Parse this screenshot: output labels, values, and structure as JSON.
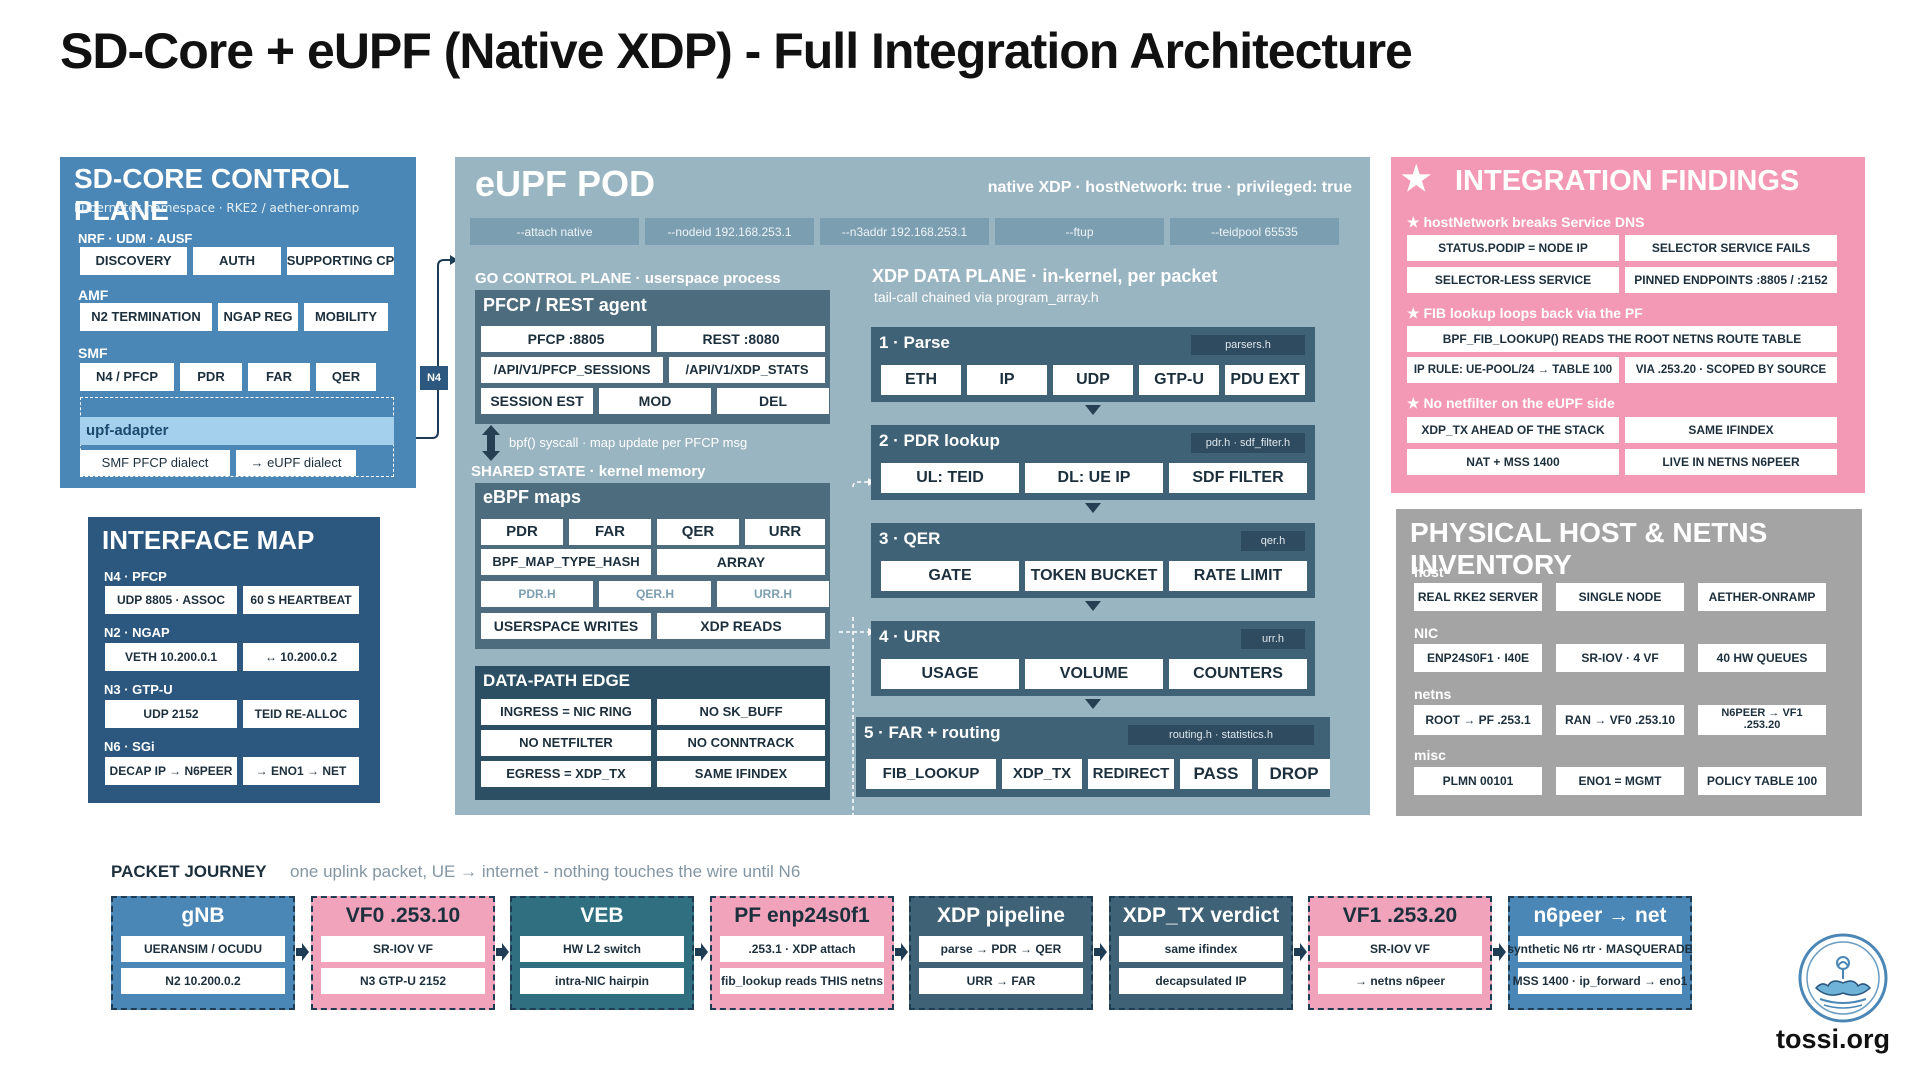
{
  "title": "SD-Core + eUPF (Native XDP)  -  Full Integration Architecture",
  "control_plane": {
    "title": "SD-CORE CONTROL PLANE",
    "subtitle": "Kubernetes namespace  ·  RKE2 / aether-onramp",
    "nrf_label": "NRF · UDM · AUSF",
    "nrf_items": [
      "DISCOVERY",
      "AUTH",
      "SUPPORTING CP"
    ],
    "amf_label": "AMF",
    "amf_items": [
      "N2 TERMINATION",
      "NGAP REG",
      "MOBILITY"
    ],
    "smf_label": "SMF",
    "smf_items": [
      "N4 / PFCP",
      "PDR",
      "FAR",
      "QER"
    ],
    "adapter_label": "upf-adapter",
    "adapter_items": [
      "SMF PFCP dialect",
      "→ eUPF dialect"
    ],
    "n4_tag": "N4"
  },
  "interface_map": {
    "title": "INTERFACE MAP",
    "groups": [
      {
        "label": "N4 · PFCP",
        "items": [
          "UDP 8805 · ASSOC",
          "60 S HEARTBEAT"
        ]
      },
      {
        "label": "N2 · NGAP",
        "items": [
          "VETH 10.200.0.1",
          "↔ 10.200.0.2"
        ]
      },
      {
        "label": "N3 · GTP-U",
        "items": [
          "UDP 2152",
          "TEID RE-ALLOC"
        ]
      },
      {
        "label": "N6 · SGi",
        "items": [
          "DECAP IP → N6PEER",
          "→ ENO1 → NET"
        ]
      }
    ]
  },
  "eupf": {
    "title": "eUPF POD",
    "flags": "native XDP  ·  hostNetwork: true  ·  privileged: true",
    "args": [
      "--attach native",
      "--nodeid 192.168.253.1",
      "--n3addr 192.168.253.1",
      "--ftup",
      "--teidpool 65535"
    ],
    "go_header": "GO CONTROL PLANE  ·  userspace process",
    "pfcp_title": "PFCP / REST agent",
    "pfcp_row1": [
      "PFCP :8805",
      "REST :8080"
    ],
    "pfcp_row2": [
      "/API/V1/PFCP_SESSIONS",
      "/API/V1/XDP_STATS"
    ],
    "pfcp_row3": [
      "SESSION EST",
      "MOD",
      "DEL"
    ],
    "bpf_note": "bpf() syscall  ·  map update per PFCP msg",
    "shared_header": "SHARED STATE  ·  kernel memory",
    "maps_title": "eBPF maps",
    "maps_row1": [
      "PDR",
      "FAR",
      "QER",
      "URR"
    ],
    "maps_row2": [
      "BPF_MAP_TYPE_HASH",
      "ARRAY"
    ],
    "maps_row3": [
      "PDR.H",
      "QER.H",
      "URR.H"
    ],
    "maps_row4": [
      "USERSPACE WRITES",
      "XDP READS"
    ],
    "edge_title": "DATA-PATH EDGE",
    "edge_items": [
      "INGRESS = NIC RING",
      "NO SK_BUFF",
      "NO NETFILTER",
      "NO CONNTRACK",
      "EGRESS = XDP_TX",
      "SAME IFINDEX"
    ],
    "xdp_header": "XDP DATA PLANE  ·  in-kernel, per packet",
    "xdp_sub": "tail-call chained via program_array.h",
    "stages": [
      {
        "title": "1 · Parse",
        "tag": "parsers.h",
        "items": [
          "ETH",
          "IP",
          "UDP",
          "GTP-U",
          "PDU EXT"
        ]
      },
      {
        "title": "2 · PDR lookup",
        "tag": "pdr.h · sdf_filter.h",
        "items": [
          "UL: TEID",
          "DL: UE IP",
          "SDF FILTER"
        ]
      },
      {
        "title": "3 · QER",
        "tag": "qer.h",
        "items": [
          "GATE",
          "TOKEN BUCKET",
          "RATE LIMIT"
        ]
      },
      {
        "title": "4 · URR",
        "tag": "urr.h",
        "items": [
          "USAGE",
          "VOLUME",
          "COUNTERS"
        ]
      },
      {
        "title": "5 · FAR + routing",
        "tag": "routing.h · statistics.h",
        "items": [
          "FIB_LOOKUP",
          "XDP_TX",
          "REDIRECT",
          "PASS",
          "DROP"
        ]
      }
    ]
  },
  "findings": {
    "title": "INTEGRATION FINDINGS",
    "star": "★",
    "groups": [
      {
        "label": "★  hostNetwork breaks Service DNS",
        "rows": [
          [
            "STATUS.PODIP = NODE IP",
            "SELECTOR SERVICE FAILS"
          ],
          [
            "SELECTOR-LESS SERVICE",
            "PINNED ENDPOINTS :8805 / :2152"
          ]
        ]
      },
      {
        "label": "★  FIB lookup loops back via the PF",
        "rows": [
          [
            "BPF_FIB_LOOKUP() READS THE ROOT NETNS ROUTE TABLE"
          ],
          [
            "IP RULE: UE-POOL/24 → TABLE 100",
            "VIA .253.20 · SCOPED BY SOURCE"
          ]
        ]
      },
      {
        "label": "★  No netfilter on the eUPF side",
        "rows": [
          [
            "XDP_TX AHEAD OF THE STACK",
            "SAME IFINDEX"
          ],
          [
            "NAT + MSS 1400",
            "LIVE IN NETNS N6PEER"
          ]
        ]
      }
    ]
  },
  "host": {
    "title": "PHYSICAL HOST  &  NETNS INVENTORY",
    "groups": [
      {
        "label": "host",
        "items": [
          "REAL RKE2 SERVER",
          "SINGLE NODE",
          "AETHER-ONRAMP"
        ]
      },
      {
        "label": "NIC",
        "items": [
          "ENP24S0F1 · I40E",
          "SR-IOV · 4 VF",
          "40 HW QUEUES"
        ]
      },
      {
        "label": "netns",
        "items": [
          "ROOT → PF .253.1",
          "RAN → VF0 .253.10",
          "N6PEER → VF1 .253.20"
        ]
      },
      {
        "label": "misc",
        "items": [
          "PLMN 00101",
          "ENO1 = MGMT",
          "POLICY TABLE 100"
        ]
      }
    ]
  },
  "journey": {
    "title": "PACKET JOURNEY",
    "subtitle": "one uplink packet, UE → internet -  nothing touches the wire until N6",
    "boxes": [
      {
        "title": "gNB",
        "items": [
          "UERANSIM / OCUDU",
          "N2 10.200.0.2"
        ],
        "color": "#4b87b6",
        "text": "#ffffff"
      },
      {
        "title": "VF0 .253.10",
        "items": [
          "SR-IOV VF",
          "N3 GTP-U 2152"
        ],
        "color": "#f0a3ba",
        "text": "#1c2f3c"
      },
      {
        "title": "VEB",
        "items": [
          "HW L2 switch",
          "intra-NIC hairpin"
        ],
        "color": "#2f6f80",
        "text": "#ffffff"
      },
      {
        "title": "PF enp24s0f1",
        "items": [
          ".253.1 · XDP attach",
          "fib_lookup reads THIS netns"
        ],
        "color": "#f0a3ba",
        "text": "#1c2f3c"
      },
      {
        "title": "XDP pipeline",
        "items": [
          "parse → PDR → QER",
          "URR → FAR"
        ],
        "color": "#3f6277",
        "text": "#ffffff"
      },
      {
        "title": "XDP_TX verdict",
        "items": [
          "same ifindex",
          "decapsulated IP"
        ],
        "color": "#3f6277",
        "text": "#ffffff"
      },
      {
        "title": "VF1 .253.20",
        "items": [
          "SR-IOV VF",
          "→ netns n6peer"
        ],
        "color": "#f0a3ba",
        "text": "#1c2f3c"
      },
      {
        "title": "n6peer → net",
        "items": [
          "synthetic N6 rtr · MASQUERADE",
          "MSS 1400 · ip_forward → eno1"
        ],
        "color": "#4b87b6",
        "text": "#ffffff"
      }
    ]
  },
  "brand": "tossi.org",
  "colors": {
    "control_plane": "#4b87b6",
    "interface_map": "#2c577f",
    "eupf": "#9ab5c2",
    "findings": "#f499b5",
    "host": "#a4a4a4"
  }
}
